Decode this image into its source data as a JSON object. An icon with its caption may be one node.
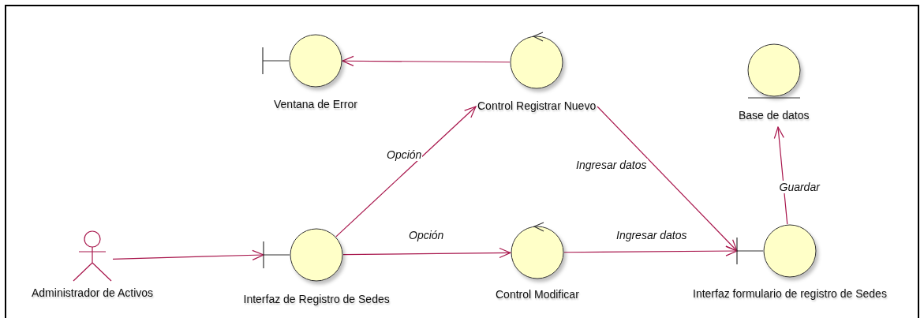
{
  "diagram": {
    "nodes": [
      {
        "text": [
          "Administrador de Activos"
        ]
      },
      {
        "text": [
          "Ventana de Error"
        ]
      },
      {
        "text": [
          "Control Registrar Nuevo"
        ]
      },
      {
        "text": [
          "Base de datos"
        ]
      },
      {
        "text": [
          "Interfaz de Registro de Sedes"
        ]
      },
      {
        "text": [
          "Control Modificar"
        ]
      },
      {
        "text": [
          "Interfaz formulario de registro de Sedes"
        ]
      }
    ],
    "edges": [
      {
        "from": 0,
        "to": 4,
        "arrow": "to"
      },
      {
        "from": 2,
        "to": 1,
        "arrow": "to"
      },
      {
        "from": 4,
        "to": 2,
        "arrow": "to",
        "label": "Opción"
      },
      {
        "from": 4,
        "to": 5,
        "arrow": "to",
        "label": "Opción"
      },
      {
        "from": 2,
        "to": 6,
        "arrow": "to",
        "label": "Ingresar datos"
      },
      {
        "from": 5,
        "to": 6,
        "arrow": "to",
        "label": "Ingresar datos"
      },
      {
        "from": 6,
        "to": 3,
        "arrow": "to",
        "label": "Guardar"
      }
    ]
  }
}
